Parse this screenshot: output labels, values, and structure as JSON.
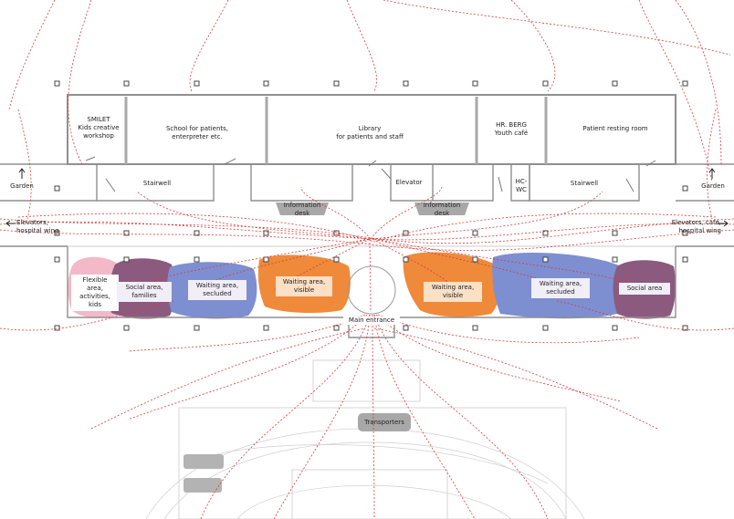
{
  "rooms": {
    "smilet": "SMILET\nKids creative\nworkshop",
    "school": "School for patients,\nenterpreter etc.",
    "library": "Library\nfor patients and staff",
    "hr_berg": "HR. BERG\nYouth café",
    "patient_resting": "Patient resting room",
    "stairwell_left": "Stairwell",
    "stairwell_right": "Stairwell",
    "elevator": "Elevator",
    "hc_wc": "HC-\nWC"
  },
  "desks": {
    "info_left": "Information\ndesk",
    "info_right": "Information\ndesk"
  },
  "exits": {
    "garden_left": "Garden",
    "garden_right": "Garden",
    "elevators_left": "Elevators,\nhospital wing",
    "elevators_right": "Elevators, café,\nhospital wing"
  },
  "zones": {
    "flexible": "Flexible area,\nactivities,\nkids",
    "social_families": "Social area,\nfamilies",
    "waiting_secluded_left": "Waiting area,\nsecluded",
    "waiting_visible_left": "Waiting area,\nvisible",
    "waiting_visible_right": "Waiting area,\nvisible",
    "waiting_secluded_right": "Waiting area,\nsecluded",
    "social_right": "Social area"
  },
  "entrance": "Main entrance",
  "transporters": "Transporters",
  "colors": {
    "pink": "#f4b9c9",
    "plum": "#8c5a7e",
    "blue": "#7d8fd1",
    "orange": "#ef8a3b",
    "path_red": "#d93a3a",
    "path_grey": "#c8c8c8",
    "wall": "#9a9a9a"
  }
}
